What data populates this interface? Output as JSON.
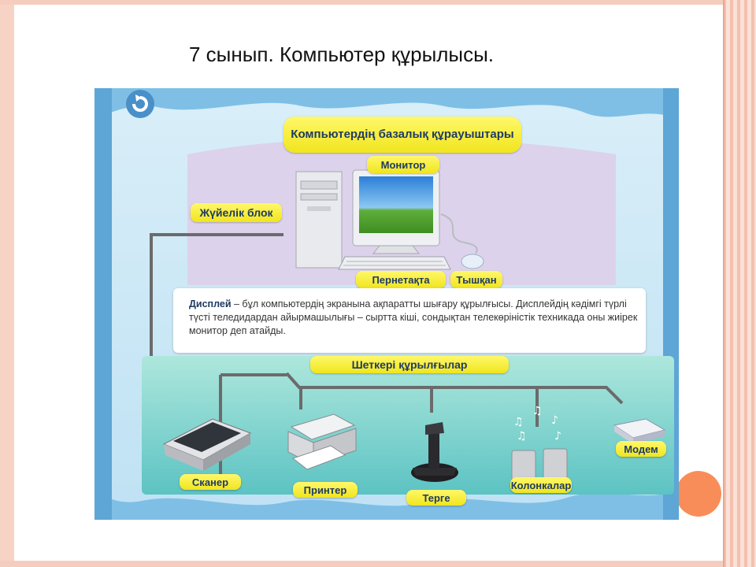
{
  "slide": {
    "title": "7 сынып. Компьютер құрылысы."
  },
  "diagram": {
    "header": "Компьютердің базалық құрауыштары",
    "basic_parts": {
      "monitor": "Монитор",
      "system_unit": "Жүйелік блок",
      "keyboard": "Пернетақта",
      "mouse": "Тышқан"
    },
    "info": {
      "term": "Дисплей",
      "text": " – бұл компьютердің экранына ақпаратты шығару құрылғысы. Дисплейдің кәдімгі түрлі түсті теледидардан айырмашылығы – сыртта кіші, сондықтан телекөріністік техникада оны жиірек монитор деп атайды."
    },
    "peripherals_header": "Шеткері құрылғылар",
    "peripherals": {
      "scanner": "Сканер",
      "printer": "Принтер",
      "joystick": "Терге",
      "speakers": "Колонкалар",
      "modem": "Модем"
    }
  },
  "colors": {
    "frame": "#f5cdbf",
    "accent_circle": "#f98d59",
    "label_fill": "#f5ec2a",
    "label_text": "#1f3b63",
    "panel_blue": "#7fb9de",
    "panel_teal": "#8fd6cf"
  }
}
